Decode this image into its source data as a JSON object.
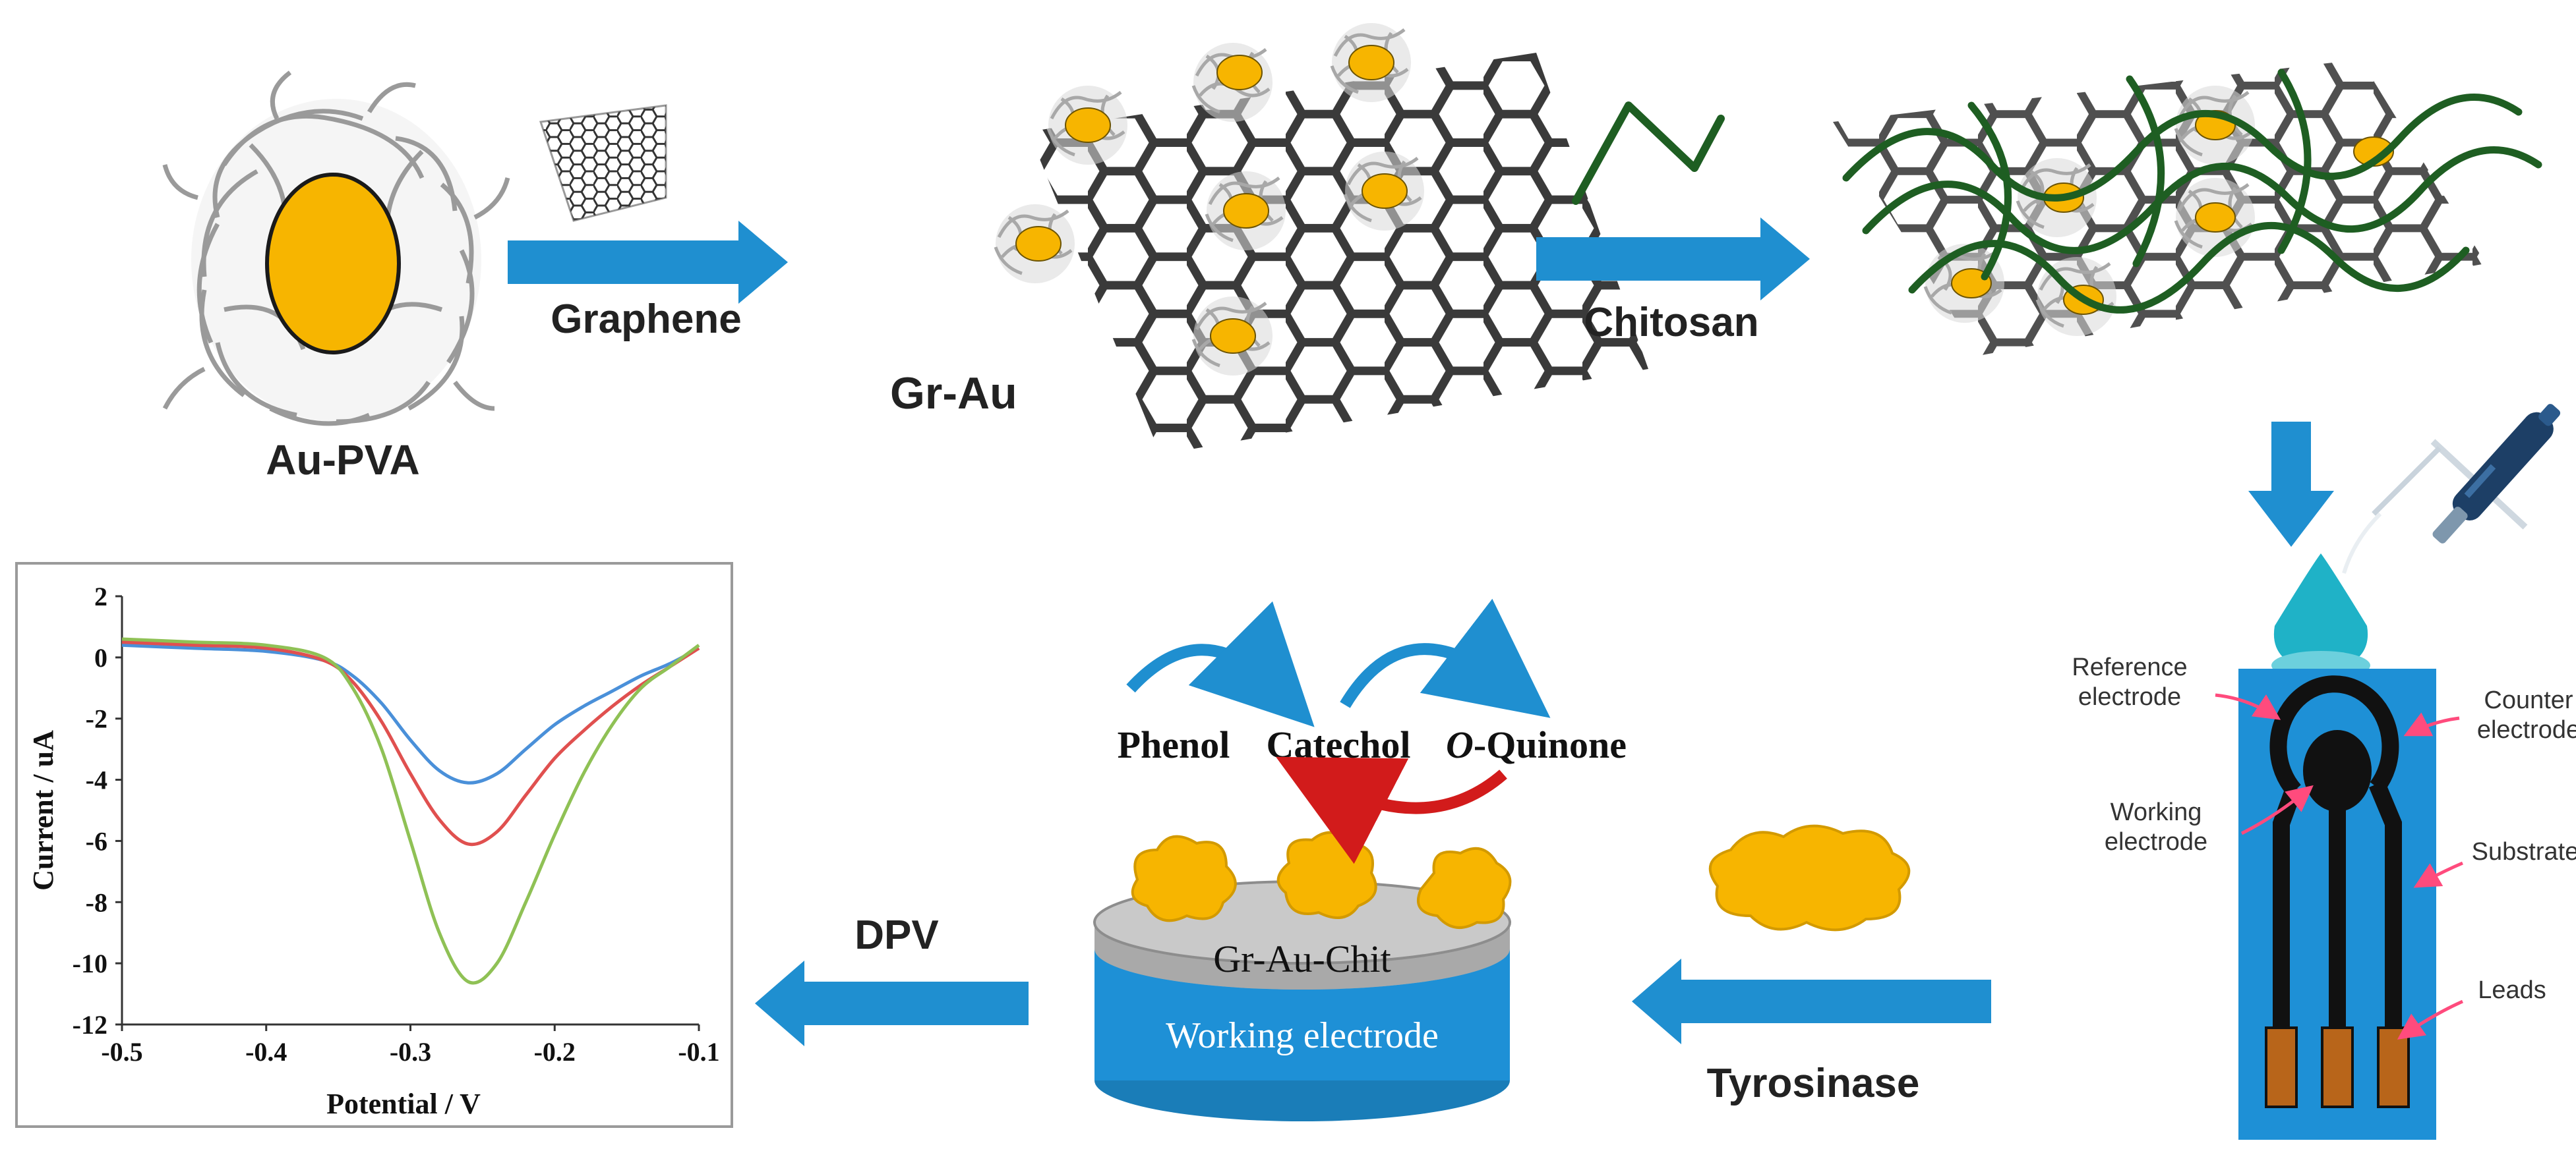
{
  "labels": {
    "au_pva": "Au-PVA",
    "graphene": "Graphene",
    "gr_au": "Gr-Au",
    "chitosan": "Chitosan",
    "tyrosinase": "Tyrosinase",
    "dpv": "DPV",
    "gr_au_chit": "Gr-Au-Chit",
    "working_electrode_disk": "Working electrode"
  },
  "reaction": {
    "phenol": "Phenol",
    "catechol": "Catechol",
    "quinone_prefix": "O",
    "quinone_suffix": "-Quinone"
  },
  "electrode": {
    "reference_1": "Reference",
    "reference_2": "electrode",
    "counter_1": "Counter",
    "counter_2": "electrode",
    "working_1": "Working",
    "working_2": "electrode",
    "substrate": "Substrate",
    "leads": "Leads"
  },
  "colors": {
    "arrow": "#1f8fd0",
    "gold": "#f7b500",
    "chitosan": "#1e5e22",
    "electrode_blue": "#1e90d6",
    "lead_brown": "#b8651a",
    "pointer_pink": "#ff4b7d",
    "red_arrow": "#d21b1b"
  },
  "chart_data": {
    "type": "line",
    "xlabel": "Potential / V",
    "ylabel": "Current / uA",
    "xlim": [
      -0.5,
      -0.1
    ],
    "ylim": [
      -12,
      2
    ],
    "xticks": [
      "-0.5",
      "-0.4",
      "-0.3",
      "-0.2",
      "-0.1"
    ],
    "yticks": [
      "2",
      "0",
      "-2",
      "-4",
      "-6",
      "-8",
      "-10",
      "-12"
    ],
    "legend": "none",
    "series": [
      {
        "color": "#4a90d9",
        "x": [
          -0.5,
          -0.45,
          -0.4,
          -0.36,
          -0.34,
          -0.32,
          -0.3,
          -0.28,
          -0.26,
          -0.24,
          -0.22,
          -0.2,
          -0.18,
          -0.16,
          -0.14,
          -0.12,
          -0.1
        ],
        "y": [
          0.4,
          0.3,
          0.2,
          -0.1,
          -0.6,
          -1.5,
          -2.7,
          -3.7,
          -4.1,
          -3.8,
          -3.0,
          -2.2,
          -1.6,
          -1.1,
          -0.6,
          -0.2,
          0.3
        ]
      },
      {
        "color": "#e0504f",
        "x": [
          -0.5,
          -0.45,
          -0.4,
          -0.36,
          -0.34,
          -0.32,
          -0.3,
          -0.28,
          -0.26,
          -0.24,
          -0.22,
          -0.2,
          -0.18,
          -0.16,
          -0.14,
          -0.12,
          -0.1
        ],
        "y": [
          0.5,
          0.4,
          0.3,
          -0.1,
          -0.8,
          -2.1,
          -3.8,
          -5.3,
          -6.1,
          -5.7,
          -4.5,
          -3.3,
          -2.4,
          -1.6,
          -0.9,
          -0.3,
          0.3
        ]
      },
      {
        "color": "#8fc155",
        "x": [
          -0.5,
          -0.45,
          -0.4,
          -0.36,
          -0.34,
          -0.32,
          -0.3,
          -0.28,
          -0.26,
          -0.24,
          -0.22,
          -0.2,
          -0.18,
          -0.16,
          -0.14,
          -0.12,
          -0.1
        ],
        "y": [
          0.6,
          0.5,
          0.4,
          0.0,
          -1.0,
          -3.0,
          -6.0,
          -9.0,
          -10.6,
          -10.0,
          -8.0,
          -5.8,
          -3.8,
          -2.2,
          -1.0,
          -0.3,
          0.4
        ]
      }
    ]
  }
}
